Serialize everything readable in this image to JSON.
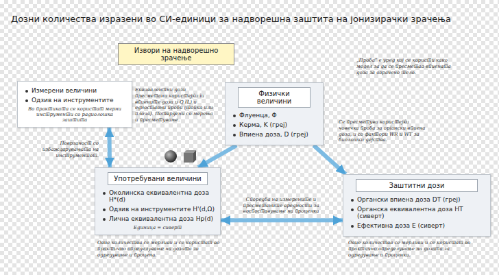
{
  "diagram": {
    "title": "Дозни количества изразени во СИ-единици за надворешна заштита на јонизирачки зрачења",
    "nodes": [
      {
        "text": [
          "Извори на надворешно зрачење"
        ]
      },
      {
        "text": [
          "Измерени величини",
          "Одзив на инструментите",
          "Во практиката се користат мерни инструменти со радиолошка заштита"
        ]
      },
      {
        "text": [
          "Физички величини",
          "Флуенца, Φ",
          "Керма, K (греј)",
          "Впиена доза, D (греј)"
        ]
      },
      {
        "text": [
          "Употребувани величини",
          "Околинска еквивалентна доза H*(d)",
          "Одзив на инструментите H'(d,Ω)",
          "Лична еквивалентна доза Hp(d)",
          "Единица = сиверт"
        ]
      },
      {
        "text": [
          "Заштитни дози",
          "Органски впиена доза DT (греј)",
          "Органска еквивалентна доза HT (сиверт)",
          "Ефективна доза E (сиверт)"
        ]
      }
    ],
    "edges": [
      {
        "from": 1,
        "to": 3,
        "arrow": "both"
      },
      {
        "from": 2,
        "to": 3,
        "arrow": "to"
      },
      {
        "from": 2,
        "to": 4,
        "arrow": "to"
      },
      {
        "from": 3,
        "to": 4,
        "arrow": "both",
        "label": "Споредба на измерените и пресметаните вредности за воспоставување на проценка"
      }
    ],
    "labels": [
      "Еквивалентни дози пресметани користејќи ги впиените доза и Q (L) и едноставни проби (топка или плоча). Потврдени со мерења и пресметување.",
      "„Проба“ е уред кој се користи како модел за да се пресметаа впиената доза за озрачено тело.",
      "Се пресметува користејќи човечка проба за органски впиена доза, и со фактори WR и WT за биолошки дејства.",
      "Поврзаност со избаждарувањата на инструментот.",
      "Овие количества се мерливи и се користат во практично определување на дозата за одредување и процена.",
      "Овие количества се мерливи и се користат во практично определување на дозата за одредување и проценка."
    ]
  }
}
